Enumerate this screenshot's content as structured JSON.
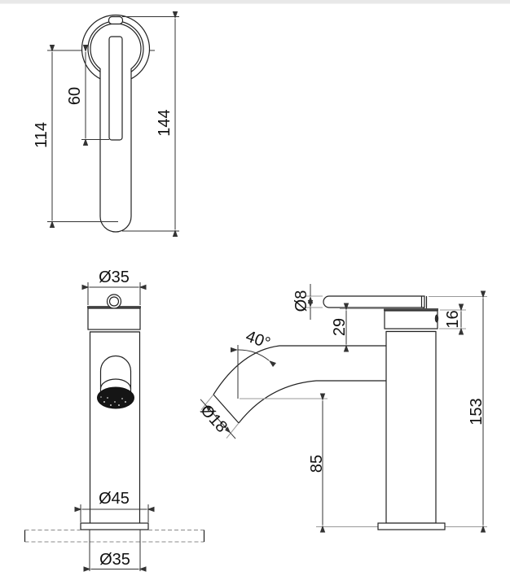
{
  "views": {
    "top_view": {
      "dim_60": "60",
      "dim_114": "114",
      "dim_144": "144"
    },
    "front_view": {
      "dim_top_diameter": "Ø35",
      "dim_base_diameter": "Ø45",
      "dim_shank_diameter": "Ø35"
    },
    "side_view": {
      "dim_lever_diameter": "Ø8",
      "dim_spout_clearance": "29",
      "dim_cap_height": "16",
      "dim_spout_angle": "40°",
      "dim_spout_diameter": "Ø18",
      "dim_outlet_height": "85",
      "dim_total_height": "153"
    }
  },
  "colors": {
    "line": "#222222",
    "dimension_line": "#333333",
    "extension_line": "#999999",
    "thick_edge": "#4d4d4d",
    "outlet_fill": "#151515",
    "top_strip": "#e8e8e8",
    "background": "#ffffff"
  }
}
